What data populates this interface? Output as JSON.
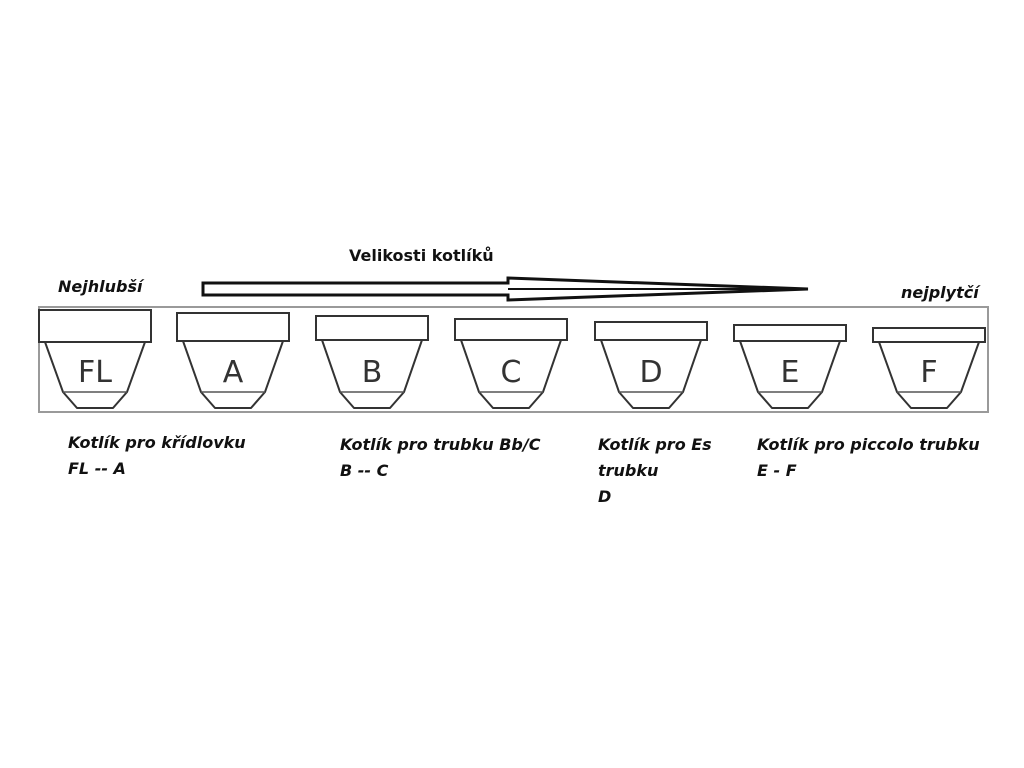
{
  "diagram": {
    "title": "Velikosti kotlíků",
    "deepest_label": "Nejhlubší",
    "shallowest_label": "nejplytčí",
    "cups": [
      "FL",
      "A",
      "B",
      "C",
      "D",
      "E",
      "F"
    ],
    "captions": [
      [
        "Kotlík pro křídlovku",
        "FL -- A"
      ],
      [
        "Kotlík pro trubku Bb/C",
        "B -- C"
      ],
      [
        "Kotlík pro Es",
        "trubku",
        "D"
      ],
      [
        "Kotlík pro piccolo trubku",
        "E - F"
      ]
    ]
  }
}
